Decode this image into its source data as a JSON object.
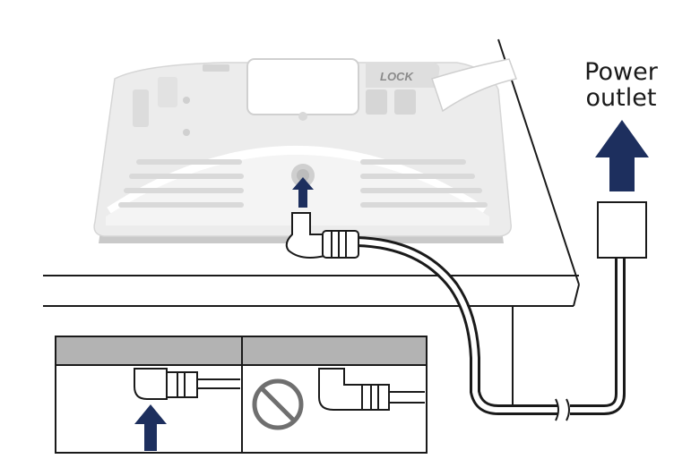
{
  "device": {
    "lock_label": "LOCK"
  },
  "power_outlet": {
    "line1": "Power",
    "line2": "outlet"
  },
  "colors": {
    "arrow": "#1d2f5e",
    "device_body": "#e9e9e9",
    "device_shadow": "#c9c9c9",
    "panel_band": "#b3b3b3",
    "outline": "#1a1a1a",
    "prohibited_sign": "#6f6f6f"
  },
  "icons": {
    "device_arrow": "arrow-up-icon",
    "outlet_arrow": "arrow-up-icon",
    "correct_arrow": "arrow-up-icon",
    "prohibited": "prohibited-icon"
  }
}
